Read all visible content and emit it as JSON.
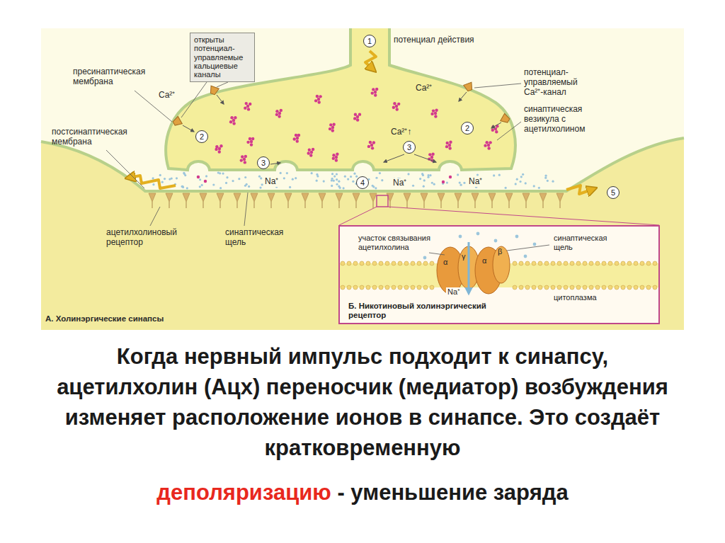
{
  "diagram": {
    "nodes": [
      {
        "text": [
          "открыты потенциал-управляемые кальциевые каналы"
        ]
      },
      {
        "text": [
          "1"
        ]
      },
      {
        "text": [
          "2"
        ]
      },
      {
        "text": [
          "2"
        ]
      },
      {
        "text": [
          "3"
        ]
      },
      {
        "text": [
          "3"
        ]
      },
      {
        "text": [
          "4"
        ]
      },
      {
        "text": [
          "5"
        ]
      },
      {
        "text": [
          "участок связывания ацетилхолина",
          "синаптическая щель",
          "цитоплазма",
          "Б. Никотиновый холинэргический рецептор"
        ]
      }
    ],
    "labels": [
      "потенциал действия",
      "пресинаптическая мембрана",
      "Ca²⁺",
      "Ca²⁺",
      "потенциал-управляемый Ca²⁺-канал",
      "постсинаптическая мембрана",
      "синаптическая везикула с ацетилхолином",
      "Ca²⁺↑",
      "Na⁺",
      "Na⁺",
      "Na⁺",
      "ацетилхолиновый рецептор",
      "синаптическая щель",
      "α",
      "γ",
      "α",
      "β",
      "Na⁺",
      "А. Холинэргические синапсы",
      "Когда нервный импульс подходит к синапсу, ацетилхолин (Ацх) переносчик (медиатор) возбуждения изменяет расположение ионов в синапсе. Это создаёт кратковременную",
      "деполяризацию",
      "- уменьшение заряда"
    ]
  }
}
